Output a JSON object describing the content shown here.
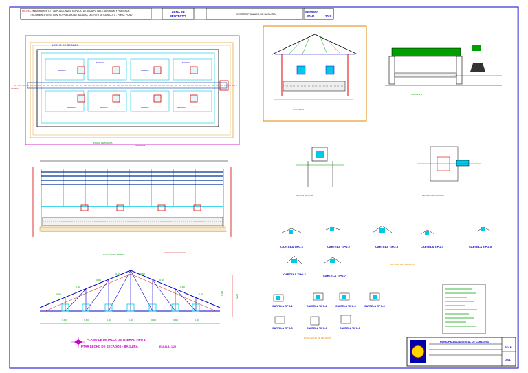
{
  "header": {
    "project_label": "PROYECTO:",
    "project_text_1": "MEJORAMIENTO Y AMPLIACION DEL SERVICIO DE AGUA POTABLE, DESAGUE Y PLANTA DE",
    "project_text_2": "TRATAMIENTO EN EL CENTRO POBLADO DE BAGUIRA, DISTRITO DE CARACOTO - PUNO - PUNO",
    "zone_1": "ZONA DE",
    "zone_2": "PROYECTO",
    "location": "CENTRO POBLADO DE BAGUIRA",
    "system_1": "SISTEMA",
    "system_2": "PTAR",
    "year": "2018"
  },
  "views": {
    "plan_title": "PLANO DE PLANTA",
    "plan_sub": "ESCALA 1/50",
    "elev_title": "ELEVACION LATERAL",
    "section_a": "CORTE A-A",
    "section_b": "CORTE B-B",
    "detail_1": "DETALLE DE BASE",
    "detail_2": "DETALLE DE COLUMNA",
    "details_title": "DETALLE DE CARTELAS",
    "details_sub": "PTAR LECHO DE SECADOS",
    "truss_title": "PLANO DE DETALLE DE TIJERAL TIPO 1",
    "truss_sub": "PTAR LECHO DE SECADOS - BAGUIRA",
    "truss_scale": "ESCALA: 1/25"
  },
  "cartelas_row1": [
    "CARTELA TIPO-1",
    "CARTELA TIPO-2",
    "CARTELA TIPO-3",
    "CARTELA TIPO-4",
    "CARTELA TIPO-5"
  ],
  "cartelas_row2": [
    "CARTELA TIPO-6",
    "CARTELA TIPO-7"
  ],
  "cartelas_row3": [
    "CARTELA TIPO-1",
    "CARTELA TIPO-2",
    "CARTELA TIPO-3",
    "CARTELA TIPO-4"
  ],
  "cartelas_row4": [
    "CARTELA TIPO-5",
    "CARTELA TIPO-6",
    "CARTELA TIPO-6"
  ],
  "truss_dims": [
    "0.60",
    "0.60",
    "0.60",
    "0.60",
    "0.60",
    "0.60",
    "0.60",
    "0.60"
  ],
  "truss_bottom": [
    "0.60",
    "0.60",
    "0.60",
    "0.60",
    "0.60",
    "0.60",
    "0.60"
  ],
  "titleblock": {
    "entity": "MUNICIPALIDAD DISTRITAL DE CARACOTO",
    "sheet_1": "PTAR",
    "sheet_2": "D-01"
  },
  "colors": {
    "frame": "#0000cc",
    "line": "#003399",
    "magenta": "#cc00cc",
    "red": "#dd0000",
    "cyan": "#00c8e6",
    "green": "#00a000",
    "orange": "#e08a00"
  }
}
